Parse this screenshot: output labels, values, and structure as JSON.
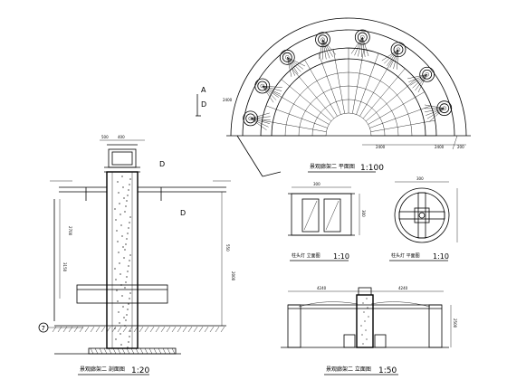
{
  "sheet": {
    "views": [
      {
        "id": "plan",
        "title": "景观廊架二  平面图",
        "scale": "1:100",
        "dims": [
          "2400",
          "2400",
          "2400",
          "200"
        ]
      },
      {
        "id": "section",
        "title": "景观廊架二  剖面图",
        "scale": "1:20",
        "dims": [
          "500",
          "400",
          "550",
          "2000",
          "3150",
          "2700"
        ],
        "callout": "7"
      },
      {
        "id": "lamp-elevation",
        "title": "柱头灯  立面图",
        "scale": "1:10",
        "dims": [
          "300",
          "300"
        ]
      },
      {
        "id": "lamp-plan",
        "title": "柱头灯  平面图",
        "scale": "1:10",
        "dims": [
          "300"
        ]
      },
      {
        "id": "elevation",
        "title": "景观廊架二  立面图",
        "scale": "1:50",
        "dims": [
          "4240",
          "4240",
          "2500"
        ]
      }
    ],
    "marks": [
      "D",
      "D",
      "D",
      "A"
    ]
  }
}
